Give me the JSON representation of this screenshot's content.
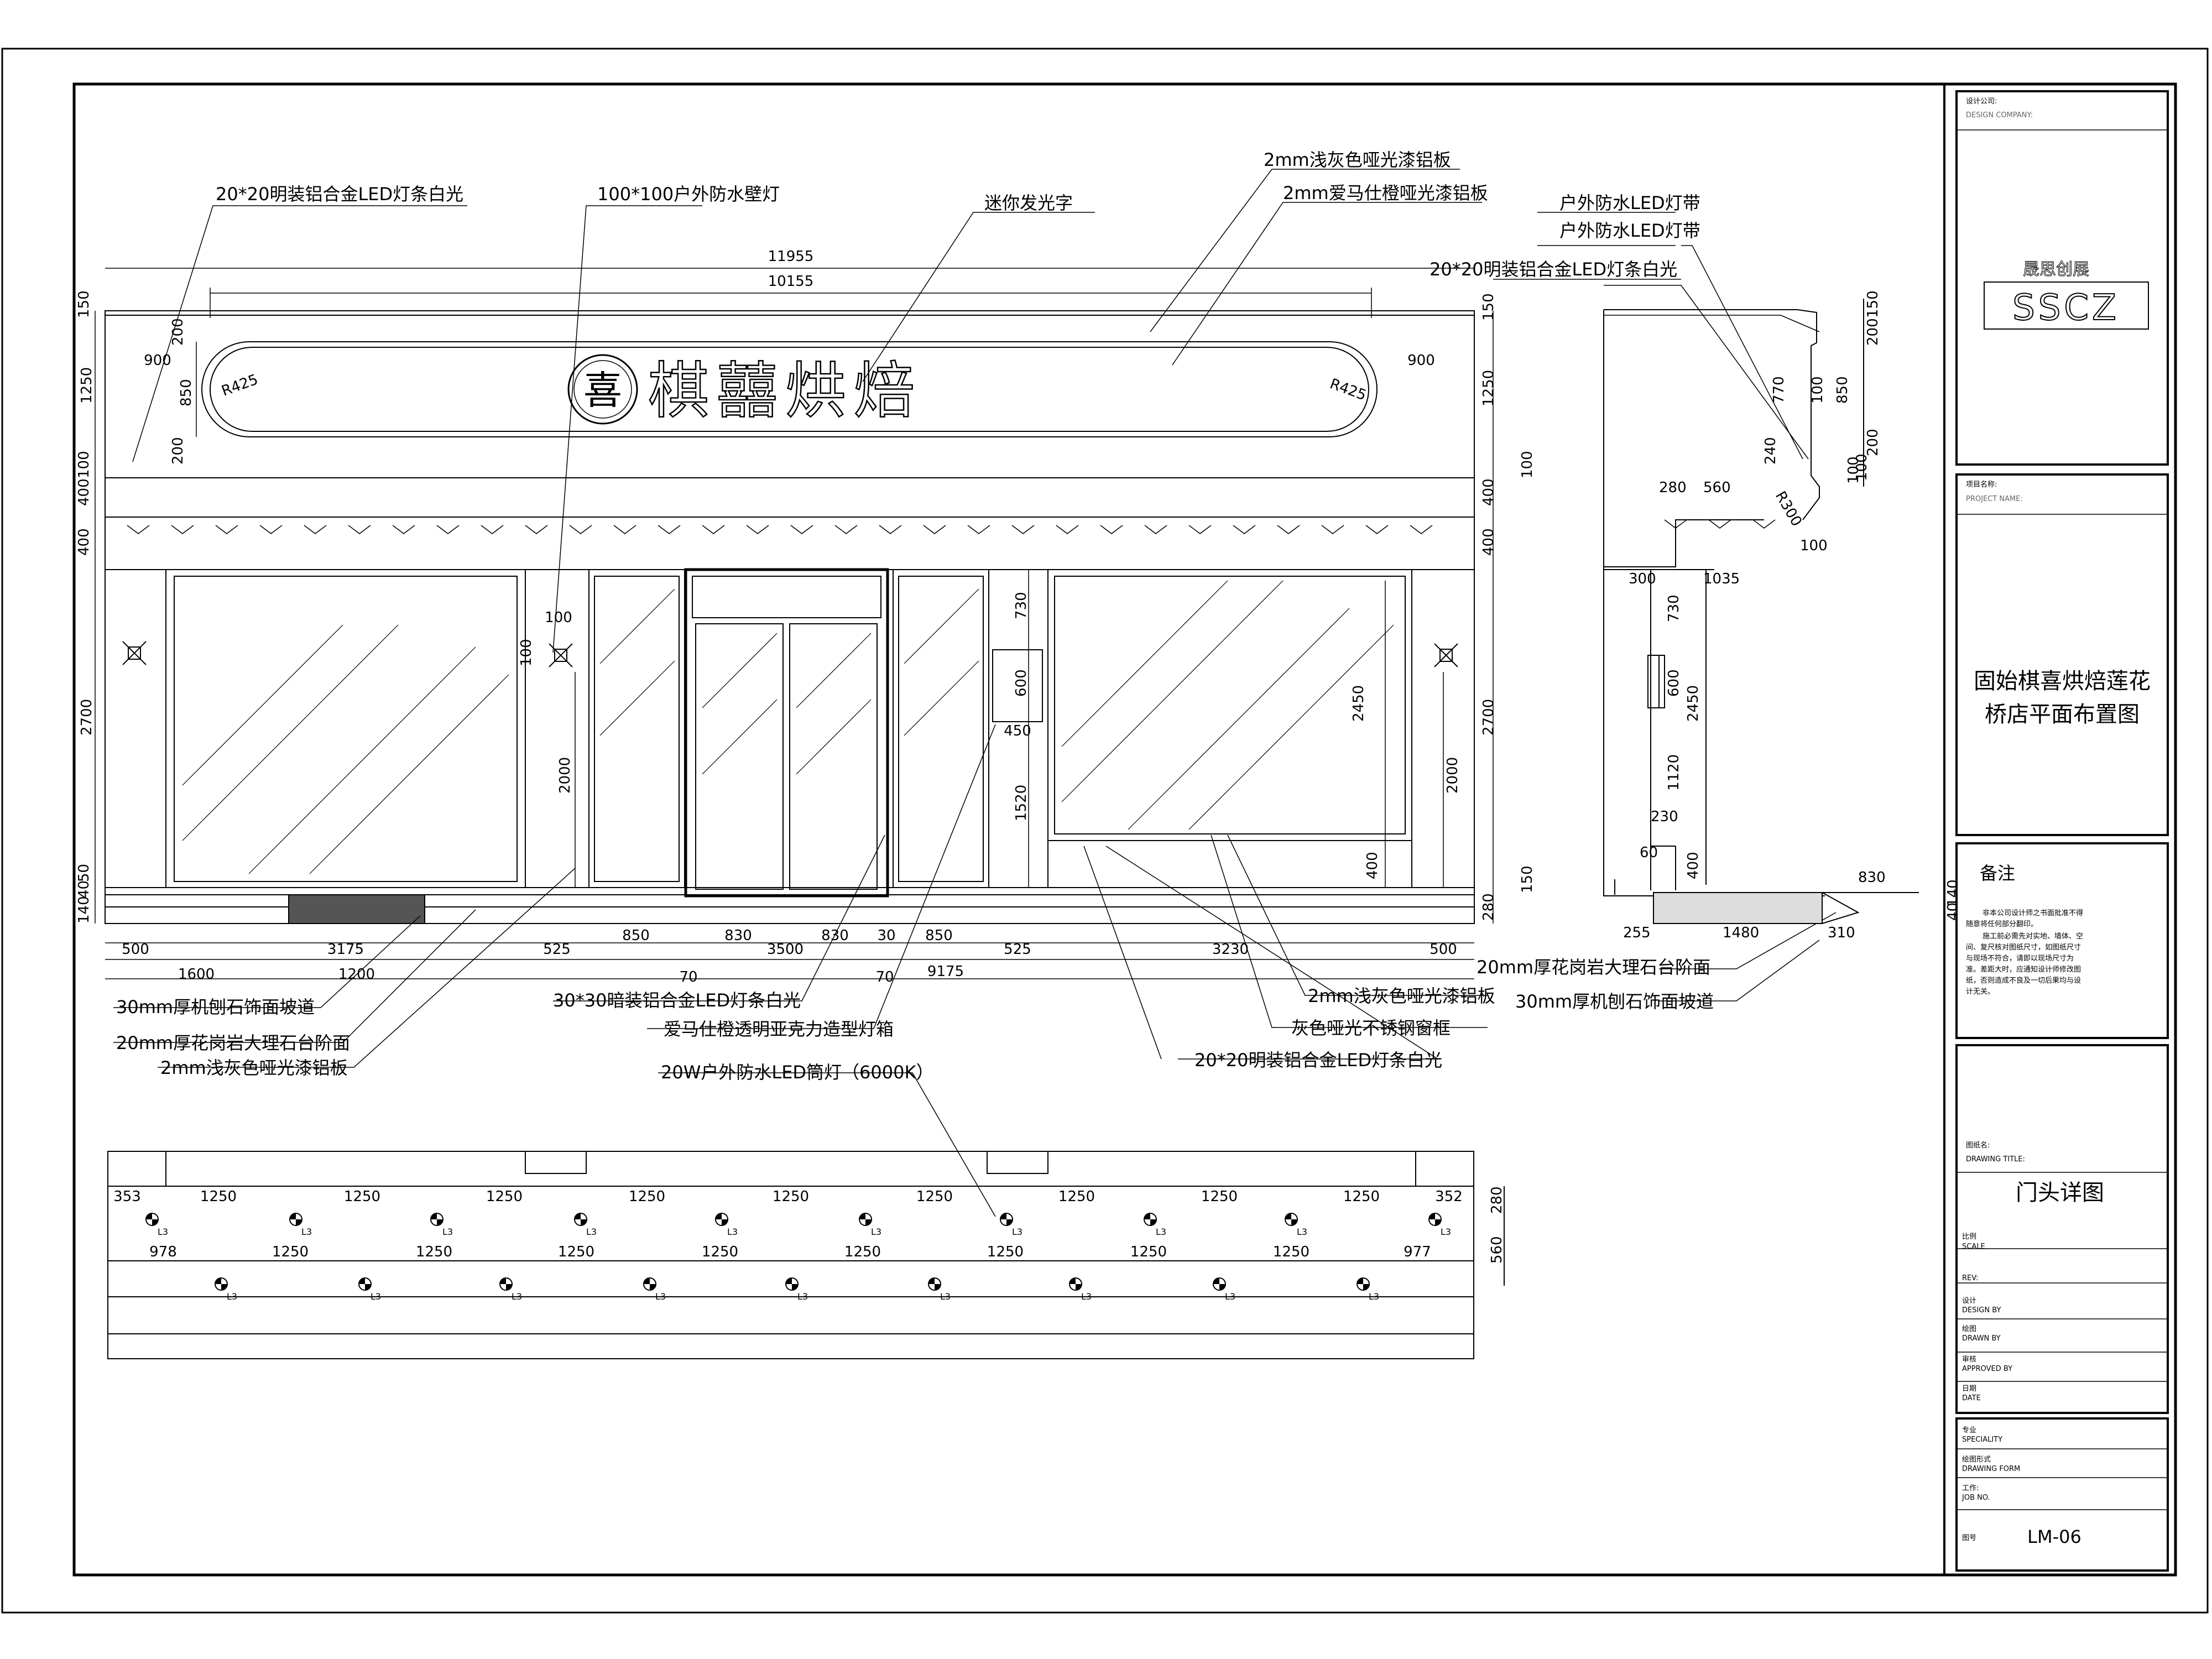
{
  "drawing": {
    "labels": {
      "led_strip_top": "20*20明装铝合金LED灯条白光",
      "wall_lamp": "100*100户外防水壁灯",
      "mini_sign": "迷你发光字",
      "alu_light_grey": "2mm浅灰色哑光漆铝板",
      "alu_hermes": "2mm爱马仕橙哑光漆铝板",
      "outdoor_led_1": "户外防水LED灯带",
      "outdoor_led_2": "户外防水LED灯带",
      "led_strip_side": "20*20明装铝合金LED灯条白光",
      "granite_step_side": "20mm厚花岗岩大理石台阶面",
      "planed_ramp_side": "30mm厚机刨石饰面坡道",
      "planed_ramp": "30mm厚机刨石饰面坡道",
      "granite_step": "20mm厚花岗岩大理石台阶面",
      "alu_grey_bottom": "2mm浅灰色哑光漆铝板",
      "hidden_led": "30*30暗装铝合金LED灯条白光",
      "acrylic_box": "爱马仕橙透明亚克力造型灯箱",
      "downlight": "20W户外防水LED筒灯（6000K）",
      "alu_grey_right": "2mm浅灰色哑光漆铝板",
      "steel_frame": "灰色哑光不锈钢窗框",
      "led_strip_bottom": "20*20明装铝合金LED灯条白光"
    },
    "sign": {
      "brand_text": "棋囍烘焙",
      "logo_char": "喜",
      "r_left": "R425",
      "r_right": "R425"
    },
    "dims": {
      "d11955": "11955",
      "d10155": "10155",
      "d150a": "150",
      "d1250": "1250",
      "d100a": "100",
      "d400a": "400",
      "d400b": "400",
      "d2700": "2700",
      "d40": "40",
      "d140": "140",
      "d50": "50",
      "d200a": "200",
      "d850": "850",
      "d200b": "200",
      "d900l": "900",
      "d900r": "900",
      "r150a": "150",
      "r1250": "1250",
      "r100": "100",
      "r400a": "400",
      "r400b": "400",
      "r2700": "2700",
      "r150b": "150",
      "r280": "280",
      "ly100": "100",
      "lx100": "100",
      "l2000": "2000",
      "r2000": "2000",
      "d730": "730",
      "d600": "600",
      "d450": "450",
      "d1520": "1520",
      "d2450": "2450",
      "d400c": "400",
      "b500l": "500",
      "b3175": "3175",
      "b525l": "525",
      "b850l": "850",
      "b830l": "830",
      "b3500": "3500",
      "b830r": "830",
      "b30": "30",
      "b850r": "850",
      "b525r": "525",
      "b3230": "3230",
      "b500r": "500",
      "b1600": "1600",
      "b1200": "1200",
      "b70a": "70",
      "b70b": "70",
      "b9175": "9175",
      "s150": "150",
      "s200": "200",
      "s770": "770",
      "s100a": "100",
      "s850": "850",
      "s240": "240",
      "s100b": "100",
      "s200b": "200",
      "s100c": "100",
      "sR300": "R300",
      "s280": "280",
      "s560": "560",
      "s100d": "100",
      "s300": "300",
      "s1035": "1035",
      "s730": "730",
      "s600": "600",
      "s2450": "2450",
      "s1120": "1120",
      "s230": "230",
      "s60": "60",
      "s400": "400",
      "s830": "830",
      "s255": "255",
      "s1480": "1480",
      "s310": "310",
      "s140": "140",
      "s40": "40",
      "p353": "353",
      "p352": "352",
      "p978": "978",
      "p977": "977",
      "p280": "280",
      "p560": "560",
      "p1250": "1250",
      "l3": "L3"
    }
  },
  "title_block": {
    "design_company_cn": "设计公司:",
    "design_company_en": "DESIGN COMPANY:",
    "logo_cn": "晟思创展",
    "logo_en": "SSCZ",
    "project_name_cn": "项目名称:",
    "project_name_en": "PROJECT NAME:",
    "project_title_line1": "固始棋喜烘焙莲花",
    "project_title_line2": "桥店平面布置图",
    "notes_title": "备注",
    "notes_text": [
      "非本公司设计师之书面批准不得",
      "随意将任何部分翻印。",
      "施工前必需先对实地、墙体、空",
      "间、复尺核对图纸尺寸，如图纸尺寸",
      "与现场不符合，请即以现场尺寸为",
      "准。差距大时，应通知设计师修改图",
      "纸，否则造成不良及一切后果均与设",
      "计无关。"
    ],
    "drawing_title_cn": "图纸名:",
    "drawing_title_en": "DRAWING TITLE:",
    "drawing_title": "门头详图",
    "scale_cn": "比例",
    "scale_en": "SCALE",
    "rev_en": "REV:",
    "design_by_cn": "设计",
    "design_by_en": "DESIGN BY",
    "drawn_by_cn": "绘图",
    "drawn_by_en": "DRAWN BY",
    "approved_cn": "审核",
    "approved_en": "APPROVED BY",
    "date_cn": "日期",
    "date_en": "DATE",
    "speciality_cn": "专业",
    "speciality_en": "SPECIALITY",
    "form_cn": "绘图形式",
    "form_en": "DRAWING FORM",
    "job_cn": "工作:",
    "job_en": "JOB NO.",
    "sheet_no_cn": "图号",
    "sheet_no": "LM-06"
  }
}
